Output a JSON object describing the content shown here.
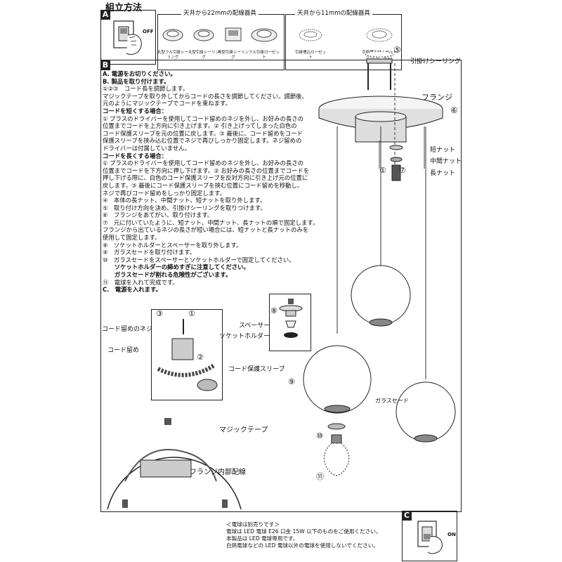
{
  "title": "組立方法",
  "sections": {
    "a": "A",
    "b": "B",
    "c": "C"
  },
  "switch_off": "OFF",
  "switch_on": "ON",
  "wiring_22mm_header": "天井から22mmの配線器具",
  "wiring_11mm_header": "天井から11mmの配線器具",
  "fixtures_22mm": [
    "丸型フル引掛シーリング",
    "丸型引掛シーリング",
    "角型引掛シーリング",
    "フル引掛ローゼット"
  ],
  "fixtures_11mm": [
    "引掛埋込ローゼット",
    "引掛埋込ローゼット（ハンガーなし）"
  ],
  "instructions": [
    {
      "text": "A. 電源をお切りください。",
      "bold": true
    },
    {
      "text": "B. 製品を取り付けます。",
      "bold": true
    },
    {
      "text": "①②③　コード長を調節します。",
      "bold": false
    },
    {
      "text": "マジックテープを取り外してからコードの長さを調節してください。調節後、",
      "bold": false
    },
    {
      "text": "元のようにマジックテープでコードを束ねます。",
      "bold": false
    },
    {
      "text": "コードを短くする場合：",
      "bold": true
    },
    {
      "text": "①  プラスのドライバーを使用してコード留めのネジを外し、お好みの長さの",
      "bold": false
    },
    {
      "text": "位置までコードを上方向に引き上げます。② 引き上げってしまった白色の",
      "bold": false
    },
    {
      "text": "コード保護スリーブを元の位置に戻します。③ 最後に、コード留めをコード",
      "bold": false
    },
    {
      "text": "保護スリーブを挟み込む位置でネジで再びしっかり固定します。ネジ留めの",
      "bold": false
    },
    {
      "text": "ドライバーは付属していません。",
      "bold": false
    },
    {
      "text": "コードを長くする場合：",
      "bold": true
    },
    {
      "text": "①  プラスのドライバーを使用してコード留めのネジを外し、お好みの長さの",
      "bold": false
    },
    {
      "text": "位置までコードを下方向に押し下げます。② お好みの長さの位置までコードを",
      "bold": false
    },
    {
      "text": "押し下げる際に、白色のコード保護スリーブを反対方向に引き上げ元の位置に",
      "bold": false
    },
    {
      "text": "戻します。③ 最後にコード保護スリーブを挟む位置にコード留めを移動し、",
      "bold": false
    },
    {
      "text": "ネジで再びコード留めをしっかり固定します。",
      "bold": false
    },
    {
      "text": "④　本体の長ナット、中間ナット、短ナットを取り外します。",
      "bold": false
    },
    {
      "text": "⑤　取り付け方向を決め、引掛けシーリングを取りつけます。",
      "bold": false
    },
    {
      "text": "⑥　フランジをあてがい、取り付けます。",
      "bold": false
    },
    {
      "text": "⑦　元に付いていたように、短ナット、中間ナット、長ナットの順で固定します。",
      "bold": false
    },
    {
      "text": "フランジから出ているネジの長さが短い場合には、短ナットと長ナットのみを",
      "bold": false
    },
    {
      "text": "使用して固定します。",
      "bold": false
    },
    {
      "text": "⑧　ソケットホルダーとスペーサーを取り外します。",
      "bold": false
    },
    {
      "text": "⑨　ガラスセードを取り付けます。",
      "bold": false
    },
    {
      "text": "⑩　ガラスセードをスペーサーとソケットホルダーで固定してください。",
      "bold": false
    },
    {
      "text": "　　ソケットホルダーの締めすぎに注意してください。",
      "bold": true
    },
    {
      "text": "　　ガラスセードが割れる危険性がございます。",
      "bold": true
    },
    {
      "text": "⑪　電球を入れて完成です。",
      "bold": false
    },
    {
      "text": "C.　電源を入れます。",
      "bold": true
    }
  ],
  "labels": {
    "ceiling_hook": "引掛けシーリング",
    "flange": "フランジ",
    "short_nut": "短ナット",
    "middle_nut": "中間ナット",
    "long_nut": "長ナット",
    "spacer": "スペーサー",
    "socket_holder": "ソケットホルダー",
    "glass_shade": "ガラスセード",
    "cord_screw": "コード留めのネジ",
    "cord_clamp": "コード留め",
    "cord_sleeve": "コード保護スリーブ",
    "magic_tape": "マジックテープ",
    "flange_wiring": "フランジ内部配線"
  },
  "step_numbers": {
    "s1": "①",
    "s2": "②",
    "s3": "③",
    "s5": "⑤",
    "s6": "⑥",
    "s7": "⑦",
    "s8": "⑧",
    "s9": "⑨",
    "s10": "⑩",
    "s11": "⑪"
  },
  "bulb_note": [
    "＜電球は別売りです＞",
    "電球は LED 電球 E26 口金 15W 以下のものをご使用ください。",
    "本製品は LED 電球専用です。",
    "白熱電球などの LED 電球以外の電球を使用しないでください。"
  ]
}
